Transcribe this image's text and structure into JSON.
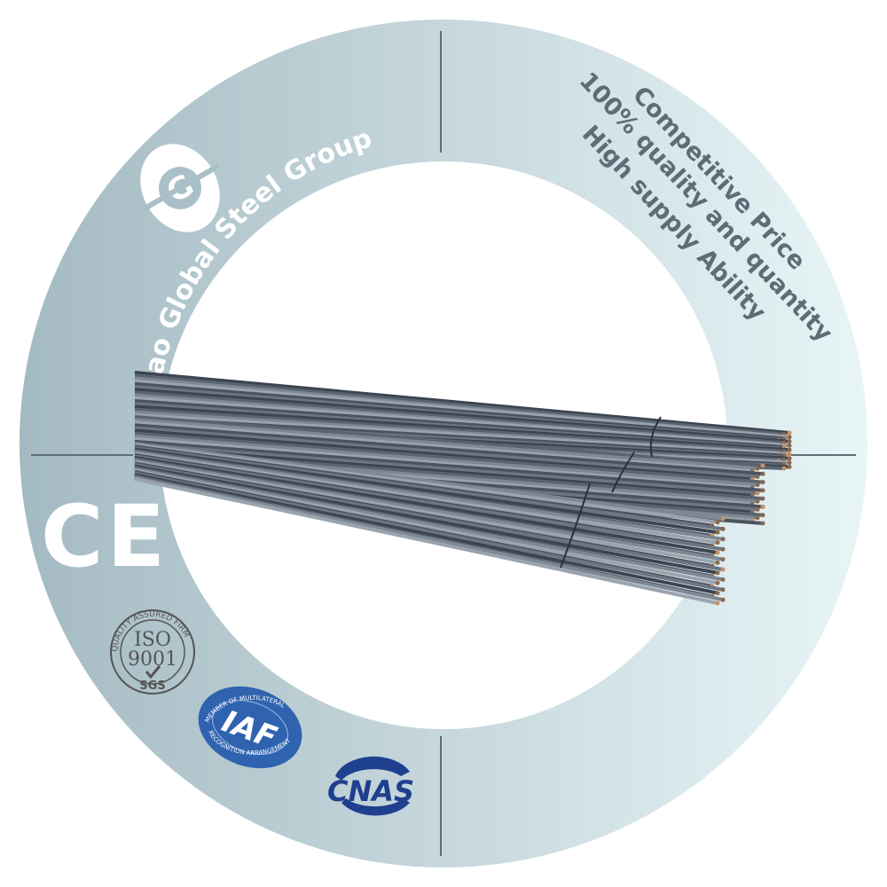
{
  "brand": {
    "company_name": "Jia Hao Global Steel Group",
    "logo_letter": "G"
  },
  "slogans": [
    "Competitive Price",
    "100% quality and quantity",
    "High supply Ability"
  ],
  "certifications": {
    "ce": "CE",
    "iso": {
      "ring_text": "QUALITY ASSURED FIRM",
      "line1": "ISO",
      "line2": "9001",
      "footer": "SGS"
    },
    "iaf": {
      "top_text": "MEMBER OF MULTILATERAL",
      "bottom_text": "RECOGNITION ARRANGEMENT",
      "mark": "IAF"
    },
    "cnas": "CNAS"
  },
  "colors": {
    "ring_left": "#a4bac2",
    "ring_right": "#e8f5f7",
    "slogan": "#5d6d77",
    "iaf_blue": "#2f63b0",
    "cnas_blue": "#1f3f8f",
    "divider": "#5f6e78"
  }
}
